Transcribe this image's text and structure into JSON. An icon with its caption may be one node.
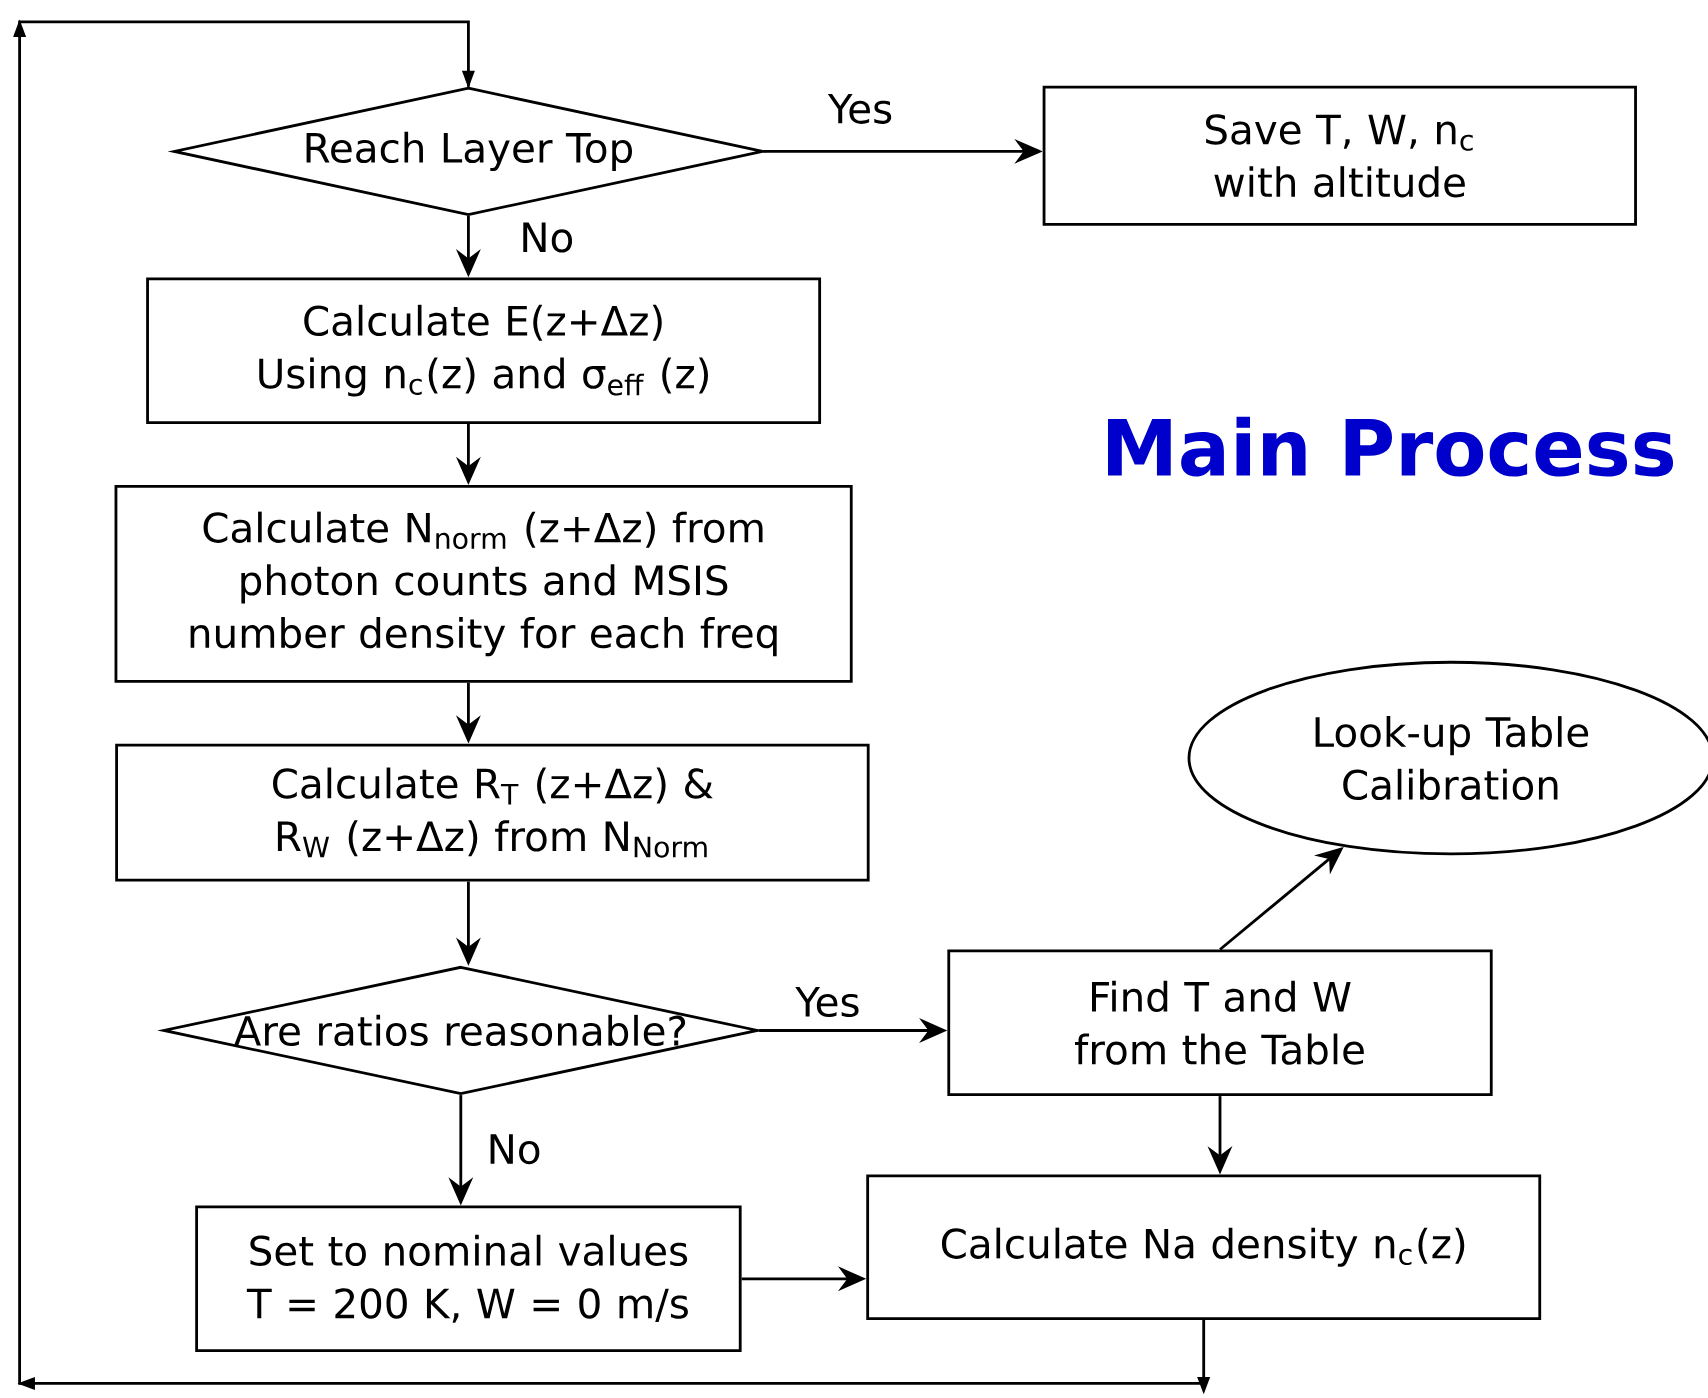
{
  "diagram": {
    "title": "Main Process",
    "nodes": [
      {
        "text": [
          "Reach Layer Top"
        ]
      },
      {
        "text": [
          "Save T, W, n$_{c}$ with altitude"
        ]
      },
      {
        "text": [
          "Calculate E(z+Δz) Using n$_{c}$(z) and σ$_{eff}$ (z)"
        ]
      },
      {
        "text": [
          "Calculate N$_{norm}$ (z+Δz) from photon counts and MSIS number density for each freq"
        ]
      },
      {
        "text": [
          "Calculate R$_{T}$ (z+Δz) & R$_{W}$ (z+Δz) from N$_{Norm}$"
        ]
      },
      {
        "text": [
          "Are ratios reasonable?"
        ]
      },
      {
        "text": [
          "Find T and W from the Table"
        ]
      },
      {
        "text": [
          "Look-up Table Calibration"
        ]
      },
      {
        "text": [
          "Set to nominal values T = 200 K, W = 0 m/s"
        ]
      },
      {
        "text": [
          "Calculate Na density n$_{c}$(z)"
        ]
      }
    ],
    "edges": [
      {
        "from": 0,
        "to": 1,
        "arrow": "to",
        "label": "Yes"
      },
      {
        "from": 0,
        "to": 2,
        "arrow": "to",
        "label": "No"
      },
      {
        "from": 2,
        "to": 3,
        "arrow": "to"
      },
      {
        "from": 3,
        "to": 4,
        "arrow": "to"
      },
      {
        "from": 4,
        "to": 5,
        "arrow": "to"
      },
      {
        "from": 5,
        "to": 6,
        "arrow": "to",
        "label": "Yes"
      },
      {
        "from": 5,
        "to": 8,
        "arrow": "to",
        "label": "No"
      },
      {
        "from": 8,
        "to": 9,
        "arrow": "to"
      },
      {
        "from": 6,
        "to": 9,
        "arrow": "to"
      },
      {
        "from": 6,
        "to": 7,
        "arrow": "to"
      },
      {
        "from": 9,
        "to": 0,
        "arrow": "to"
      }
    ]
  }
}
